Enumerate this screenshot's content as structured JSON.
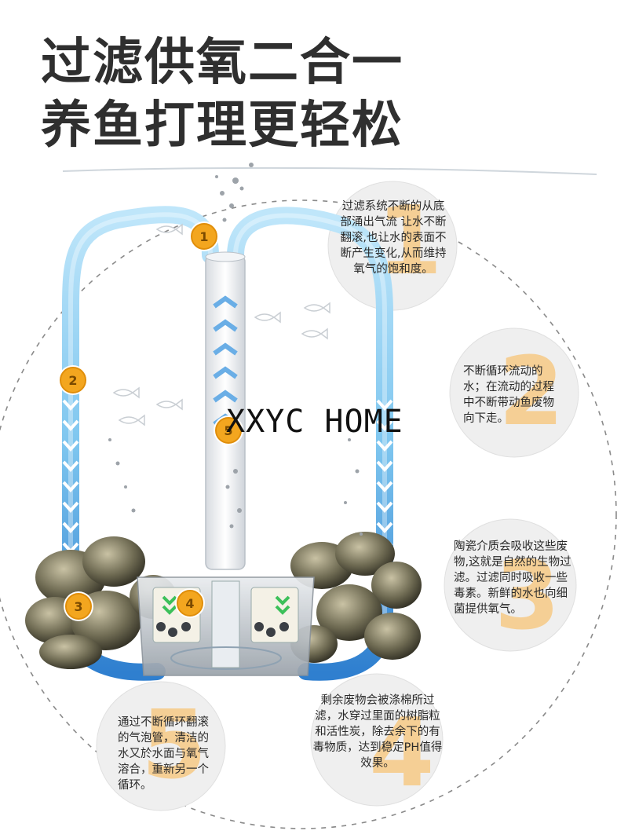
{
  "headline": {
    "line1": "过滤供氧二合一",
    "line2": "养鱼打理更轻松"
  },
  "watermark": "XXYC HOME",
  "badges": [
    "1",
    "2",
    "3",
    "4",
    "5"
  ],
  "notes": [
    {
      "num": "1",
      "text": "过滤系统不断的从底部涌出气流 让水不断翻滚,也让水的表面不断产生变化,从而维持氧气的饱和度。"
    },
    {
      "num": "2",
      "text": "不断循环流动的水；在流动的过程中不断带动鱼废物向下走。"
    },
    {
      "num": "3",
      "text": "陶瓷介质会吸收这些废物,这就是自然的生物过滤。过滤同时吸收一些毒素。新鲜的水也向细菌提供氧气。"
    },
    {
      "num": "4",
      "text": "剩余废物会被涤棉所过滤，水穿过里面的树脂粒和活性炭，除去余下的有毒物质，达到稳定PH值得效果。"
    },
    {
      "num": "5",
      "text": "通过不断循环翻滚的气泡管，清洁的水又於水面与氧气溶合，重新另一个循环。"
    }
  ],
  "colors": {
    "accent": "#f3a61f",
    "flow_light": "#8fd0f2",
    "flow_dark": "#2f7fcf",
    "title": "#2f2f2f"
  }
}
